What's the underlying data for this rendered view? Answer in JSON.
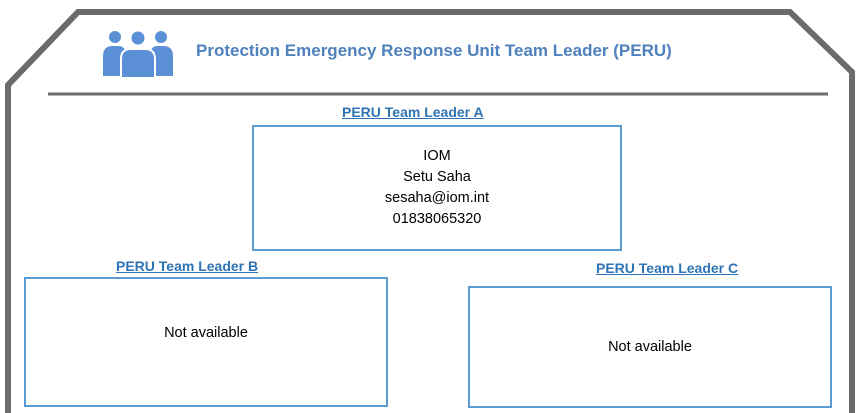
{
  "header": {
    "title": "Protection Emergency Response Unit Team Leader (PERU)",
    "icon": "people-group-icon"
  },
  "colors": {
    "title": "#4f81bd",
    "label": "#2e74b5",
    "box_border": "#5b9bd5",
    "icon": "#5b8fd6",
    "frame": "#6b6b6b"
  },
  "leaders": {
    "a": {
      "label": "PERU Team Leader A",
      "org": "IOM",
      "name": "Setu Saha",
      "email": "sesaha@iom.int",
      "phone": "01838065320"
    },
    "b": {
      "label": "PERU Team Leader B",
      "status": "Not available"
    },
    "c": {
      "label": "PERU Team Leader C",
      "status": "Not available"
    }
  }
}
